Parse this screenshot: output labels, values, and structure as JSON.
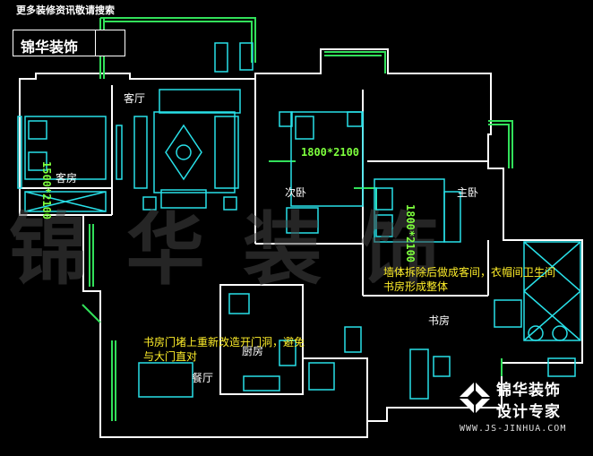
{
  "header": {
    "top_note": "更多装修资讯敬请搜索",
    "brand": "锦华装饰",
    "search_icon": "search-icon"
  },
  "watermark": {
    "chars": "锦 华 装 饰"
  },
  "rooms": {
    "living_room": "客厅",
    "guest_room": "客房",
    "second_bedroom": "次卧",
    "master_bedroom": "主卧",
    "study": "书房",
    "dining_room": "餐厅",
    "kitchen": "厨房"
  },
  "dimensions": {
    "guest_bed": "1500*2100",
    "second_bed": "1800*2100",
    "master_bed": "1800*2100"
  },
  "notes": {
    "wall_note": "墙体拆除后做成客间，衣帽间卫生间书房形成整体",
    "door_note": "书房门堵上重新改造开门洞，避免与大门直对"
  },
  "logo": {
    "line1": "锦华装饰",
    "line2": "设计专家",
    "url": "WWW.JS-JINHUA.COM"
  },
  "colors": {
    "wall": "#ffffff",
    "furniture": "#28e0e8",
    "door": "#32e05a",
    "dimension_text": "#7dff3d",
    "note_text": "#ffef2a"
  }
}
